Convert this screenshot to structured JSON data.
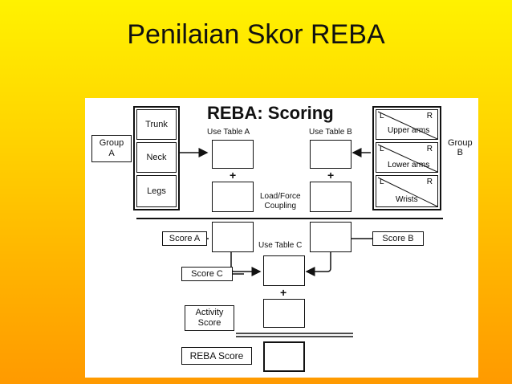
{
  "slide": {
    "title": "Penilaian Skor REBA"
  },
  "diagram": {
    "heading": "REBA: Scoring",
    "group_a": {
      "label_line1": "Group",
      "label_line2": "A",
      "items": [
        "Trunk",
        "Neck",
        "Legs"
      ]
    },
    "group_b": {
      "label_line1": "Group",
      "label_line2": "B",
      "items": [
        {
          "left": "L",
          "right": "R",
          "name": "Upper arms"
        },
        {
          "left": "L",
          "right": "R",
          "name": "Lower arms"
        },
        {
          "left": "L",
          "right": "R",
          "name": "Wrists"
        }
      ]
    },
    "use_table_a": "Use Table A",
    "use_table_b": "Use Table B",
    "use_table_c": "Use Table C",
    "load_force_line1": "Load/Force",
    "load_force_line2": "Coupling",
    "plus": "+",
    "score_a": "Score A",
    "score_b": "Score B",
    "score_c": "Score C",
    "activity_line1": "Activity",
    "activity_line2": "Score",
    "reba_score": "REBA Score"
  }
}
